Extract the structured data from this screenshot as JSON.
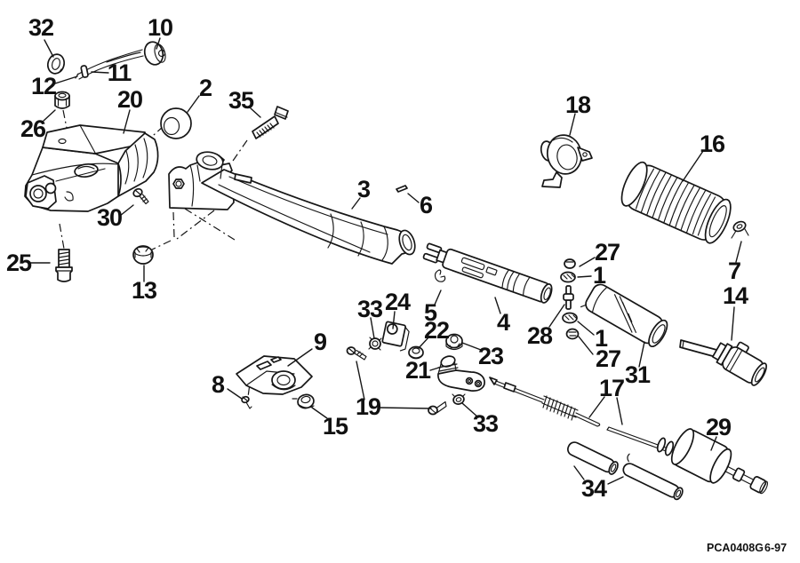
{
  "diagram": {
    "type": "exploded-parts-diagram",
    "background_color": "#ffffff",
    "line_color": "#161616",
    "callouts": [
      {
        "label": "32"
      },
      {
        "label": "10"
      },
      {
        "label": "11"
      },
      {
        "label": "12"
      },
      {
        "label": "26"
      },
      {
        "label": "20"
      },
      {
        "label": "2"
      },
      {
        "label": "35"
      },
      {
        "label": "18"
      },
      {
        "label": "16"
      },
      {
        "label": "3"
      },
      {
        "label": "6"
      },
      {
        "label": "7"
      },
      {
        "label": "30"
      },
      {
        "label": "13"
      },
      {
        "label": "25"
      },
      {
        "label": "27"
      },
      {
        "label": "1"
      },
      {
        "label": "28"
      },
      {
        "label": "1"
      },
      {
        "label": "27"
      },
      {
        "label": "5"
      },
      {
        "label": "4"
      },
      {
        "label": "14"
      },
      {
        "label": "31"
      },
      {
        "label": "24"
      },
      {
        "label": "33"
      },
      {
        "label": "22"
      },
      {
        "label": "23"
      },
      {
        "label": "21"
      },
      {
        "label": "9"
      },
      {
        "label": "8"
      },
      {
        "label": "15"
      },
      {
        "label": "19"
      },
      {
        "label": "33"
      },
      {
        "label": "17"
      },
      {
        "label": "29"
      },
      {
        "label": "34"
      }
    ],
    "footer": {
      "code": "PCA0408G",
      "date": "6-97"
    }
  }
}
